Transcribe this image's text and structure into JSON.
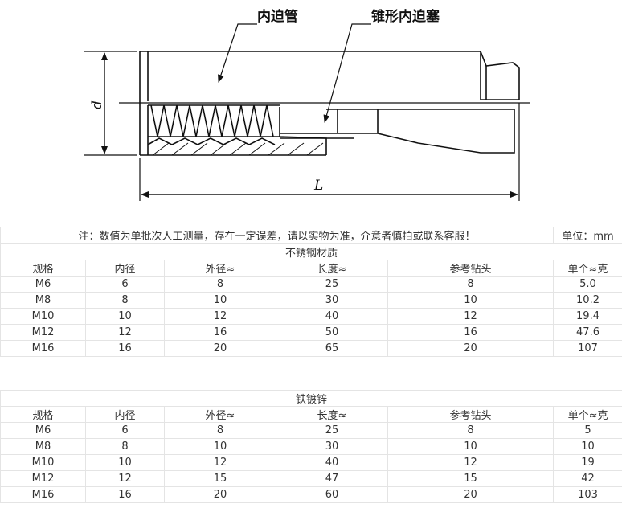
{
  "drawing": {
    "label_outer": "内迫管",
    "label_cone": "锥形内迫塞",
    "dim_d": "d",
    "dim_L": "L"
  },
  "note": {
    "text": "注：数值为单批次人工测量，存在一定误差，请以实物为准，介意者慎拍或联系客服！",
    "unit": "单位：mm"
  },
  "columns": [
    "规格",
    "内径",
    "外径≈",
    "长度≈",
    "参考钻头",
    "单个≈克"
  ],
  "stainless": {
    "title": "不锈钢材质",
    "rows": [
      [
        "M6",
        "6",
        "8",
        "25",
        "8",
        "5.0"
      ],
      [
        "M8",
        "8",
        "10",
        "30",
        "10",
        "10.2"
      ],
      [
        "M10",
        "10",
        "12",
        "40",
        "12",
        "19.4"
      ],
      [
        "M12",
        "12",
        "16",
        "50",
        "16",
        "47.6"
      ],
      [
        "M16",
        "16",
        "20",
        "65",
        "20",
        "107"
      ]
    ]
  },
  "galvanized": {
    "title": "铁镀锌",
    "rows": [
      [
        "M6",
        "6",
        "8",
        "25",
        "8",
        "5"
      ],
      [
        "M8",
        "8",
        "10",
        "30",
        "10",
        "10"
      ],
      [
        "M10",
        "10",
        "12",
        "40",
        "12",
        "19"
      ],
      [
        "M12",
        "12",
        "15",
        "47",
        "15",
        "42"
      ],
      [
        "M16",
        "16",
        "20",
        "60",
        "20",
        "103"
      ]
    ]
  }
}
